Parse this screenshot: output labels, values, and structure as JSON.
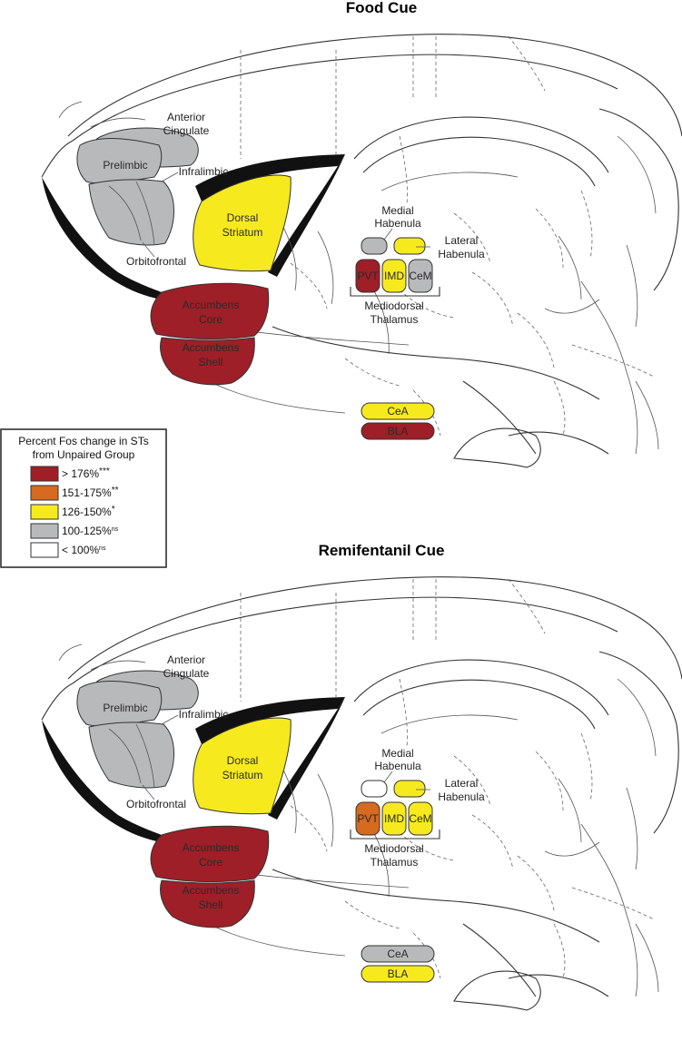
{
  "colors": {
    "very_high": "#9e1f27",
    "high": "#d66a1f",
    "medium": "#f6ea1f",
    "low": "#b8b9bb",
    "none": "#ffffff"
  },
  "legend": {
    "title_line1": "Percent Fos change in STs",
    "title_line2": "from Unpaired Group",
    "items": [
      {
        "label": "> 176%",
        "sig": "***",
        "color_key": "very_high"
      },
      {
        "label": "151-175%",
        "sig": "**",
        "color_key": "high"
      },
      {
        "label": "126-150%",
        "sig": "*",
        "color_key": "medium"
      },
      {
        "label": "100-125%",
        "sig": "ns",
        "color_key": "low"
      },
      {
        "label": "< 100%",
        "sig": "ns",
        "color_key": "none"
      }
    ]
  },
  "panels": [
    {
      "title": "Food Cue",
      "labels": {
        "anterior_cingulate_1": "Anterior",
        "anterior_cingulate_2": "Cingulate",
        "prelimbic": "Prelimbic",
        "infralimbic": "Infralimbic",
        "orbitofrontal": "Orbitofrontal",
        "dorsal_striatum_1": "Dorsal",
        "dorsal_striatum_2": "Striatum",
        "accumbens_core_1": "Accumbens",
        "accumbens_core_2": "Core",
        "accumbens_shell_1": "Accumbens",
        "accumbens_shell_2": "Shell",
        "medial_habenula_1": "Medial",
        "medial_habenula_2": "Habenula",
        "lateral_habenula_1": "Lateral",
        "lateral_habenula_2": "Habenula",
        "pvt": "PVT",
        "imd": "IMD",
        "cem": "CeM",
        "mediodorsal_1": "Mediodorsal",
        "mediodorsal_2": "Thalamus",
        "cea": "CeA",
        "bla": "BLA"
      },
      "region_levels": {
        "prefrontal": "low",
        "dorsal_striatum": "medium",
        "accumbens_core": "very_high",
        "accumbens_shell": "very_high",
        "medial_habenula": "low",
        "lateral_habenula": "medium",
        "pvt": "very_high",
        "imd": "medium",
        "cem": "low",
        "cea": "medium",
        "bla": "very_high"
      }
    },
    {
      "title": "Remifentanil Cue",
      "labels": {
        "anterior_cingulate_1": "Anterior",
        "anterior_cingulate_2": "Cingulate",
        "prelimbic": "Prelimbic",
        "infralimbic": "Infralimbic",
        "orbitofrontal": "Orbitofrontal",
        "dorsal_striatum_1": "Dorsal",
        "dorsal_striatum_2": "Striatum",
        "accumbens_core_1": "Accumbens",
        "accumbens_core_2": "Core",
        "accumbens_shell_1": "Accumbens",
        "accumbens_shell_2": "Shell",
        "medial_habenula_1": "Medial",
        "medial_habenula_2": "Habenula",
        "lateral_habenula_1": "Lateral",
        "lateral_habenula_2": "Habenula",
        "pvt": "PVT",
        "imd": "IMD",
        "cem": "CeM",
        "mediodorsal_1": "Mediodorsal",
        "mediodorsal_2": "Thalamus",
        "cea": "CeA",
        "bla": "BLA"
      },
      "region_levels": {
        "prefrontal": "low",
        "dorsal_striatum": "medium",
        "accumbens_core": "very_high",
        "accumbens_shell": "very_high",
        "medial_habenula": "none",
        "lateral_habenula": "medium",
        "pvt": "high",
        "imd": "medium",
        "cem": "medium",
        "cea": "low",
        "bla": "medium"
      }
    }
  ]
}
